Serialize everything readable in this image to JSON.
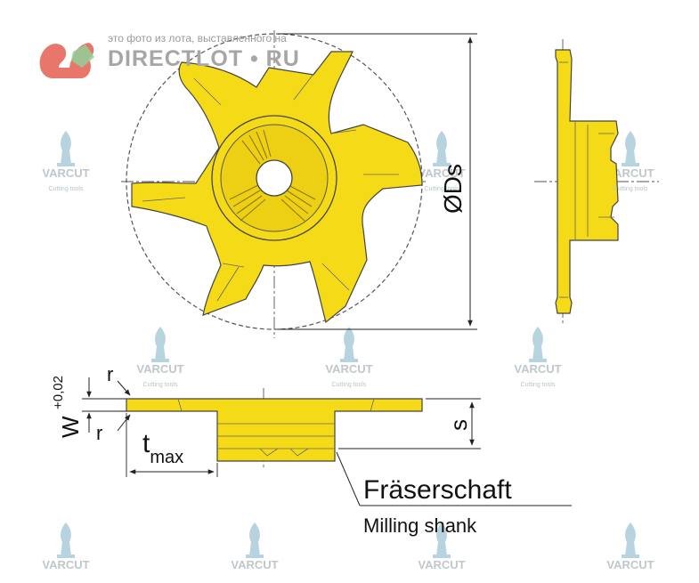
{
  "watermark": {
    "caption": "это фото из лота, выставленного на",
    "brand": "DIRECTLOT • RU",
    "tile_brand": "VARCUT",
    "tile_sub": "Cutting tools",
    "logo_color": "#e9766a",
    "tile_color": "#9fc4d6"
  },
  "labels": {
    "diameter": "ØDs",
    "width": "W",
    "width_tol": "+0,02",
    "radius_top": "r",
    "radius_bottom": "r",
    "t": "t",
    "t_sub": "max",
    "s": "s",
    "shank_de": "Fräserschaft",
    "shank_en": "Milling shank"
  },
  "colors": {
    "insert_fill": "#f5da18",
    "outline": "#444444",
    "dim_line": "#222222"
  }
}
